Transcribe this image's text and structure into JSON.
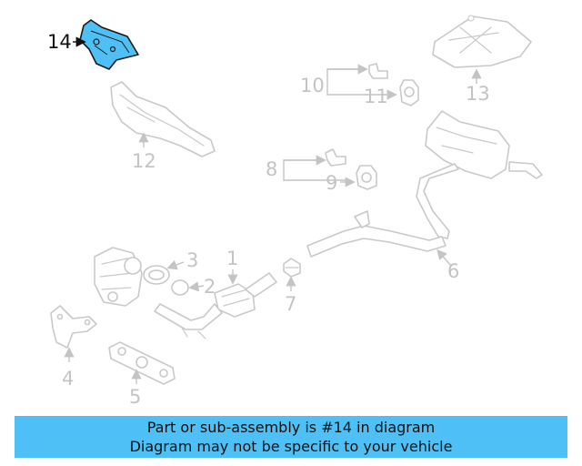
{
  "diagram": {
    "callouts": {
      "c1": "1",
      "c2": "2",
      "c3": "3",
      "c4": "4",
      "c5": "5",
      "c6": "6",
      "c7": "7",
      "c8": "8",
      "c9": "9",
      "c10": "10",
      "c11": "11",
      "c12": "12",
      "c13": "13",
      "c14": "14"
    },
    "highlight_color": "#4fc0f5",
    "highlighted_part": "14"
  },
  "banner": {
    "line1": "Part or sub-assembly is #14 in diagram",
    "line2": "Diagram may not be specific to your vehicle",
    "color": "#4fc0f5"
  }
}
